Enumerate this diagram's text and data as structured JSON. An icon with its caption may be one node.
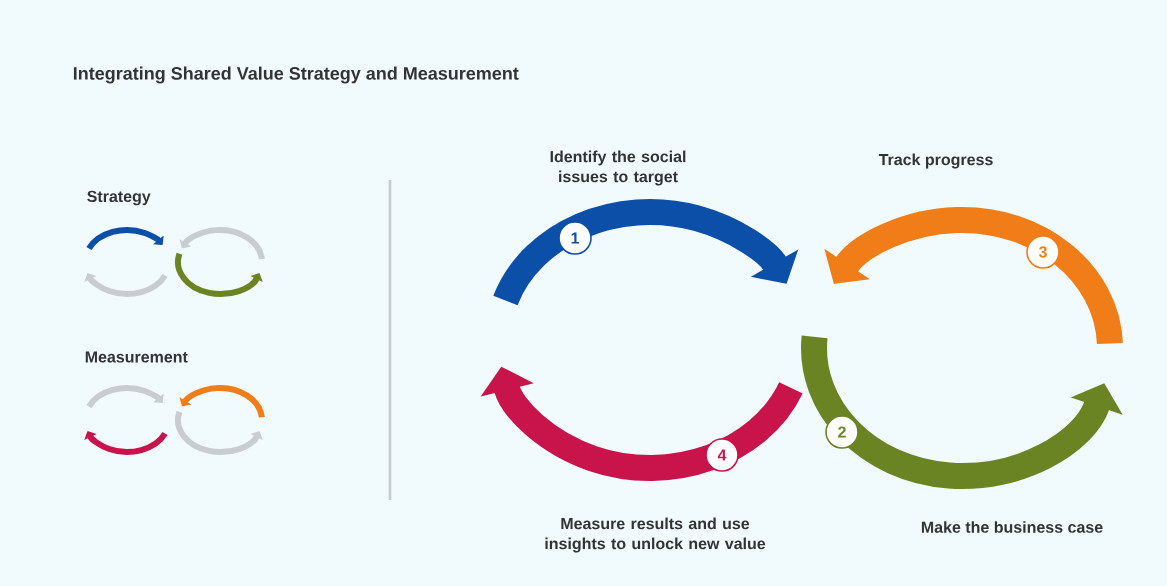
{
  "diagram": {
    "title": "Integrating Shared Value Strategy and Measurement",
    "nodes": [
      {
        "text": [
          "1"
        ]
      },
      {
        "text": [
          "2"
        ]
      },
      {
        "text": [
          "3"
        ]
      },
      {
        "text": [
          "4"
        ]
      }
    ],
    "labels": [
      "Identify the social issues to target",
      "Track progress",
      "Strategy",
      "Measurement",
      "Measure results and use insights to unlock new value",
      "Make the business case"
    ]
  }
}
